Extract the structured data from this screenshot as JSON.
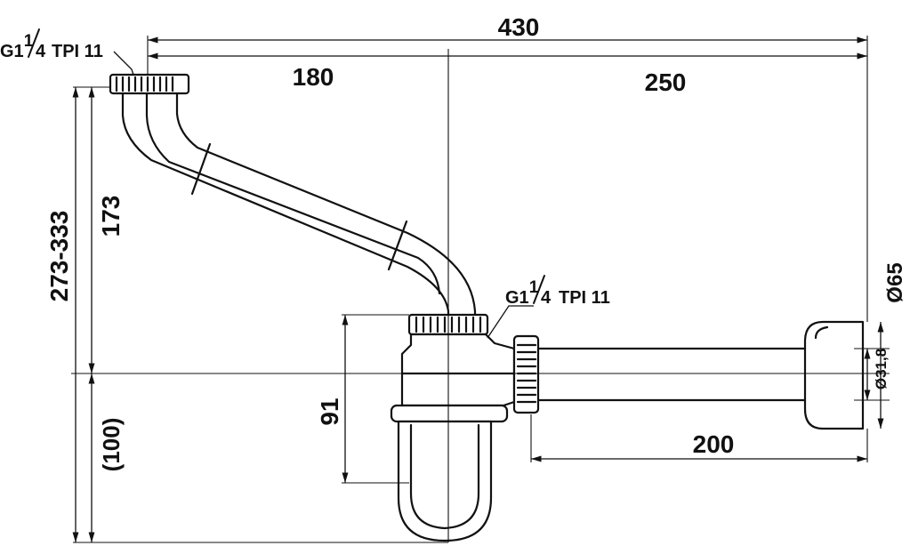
{
  "dimensions": {
    "total_width": "430",
    "inlet_offset": "180",
    "outlet_offset": "250",
    "height_range": "273-333",
    "inlet_height": "173",
    "outlet_height": "(100)",
    "trap_depth": "91",
    "outlet_length": "200",
    "wall_flange_diameter": "Ø65",
    "outlet_pipe_diameter": "Ø31,8"
  },
  "threads": {
    "top_inlet": {
      "prefix": "G1",
      "num": "1",
      "den": "4",
      "suffix": "TPI 11"
    },
    "trap_inlet": {
      "prefix": "G1",
      "num": "1",
      "den": "4",
      "suffix": "TPI 11"
    }
  }
}
